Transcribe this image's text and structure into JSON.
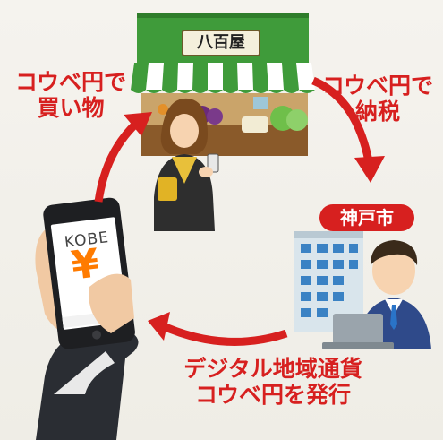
{
  "labels": {
    "buy_line1": "コウベ円で",
    "buy_line2": "買い物",
    "tax_line1": "コウベ円で",
    "tax_line2": "納税",
    "issue_line1": "デジタル地域通貨",
    "issue_line2": "コウベ円を発行"
  },
  "shop_sign": "八百屋",
  "city_badge": "神戸市",
  "phone": {
    "brand": "KOBE",
    "currency_symbol": "¥"
  },
  "colors": {
    "accent_red": "#d7201f",
    "shop_green": "#3f9b3a",
    "yen_orange": "#ff7b00"
  }
}
